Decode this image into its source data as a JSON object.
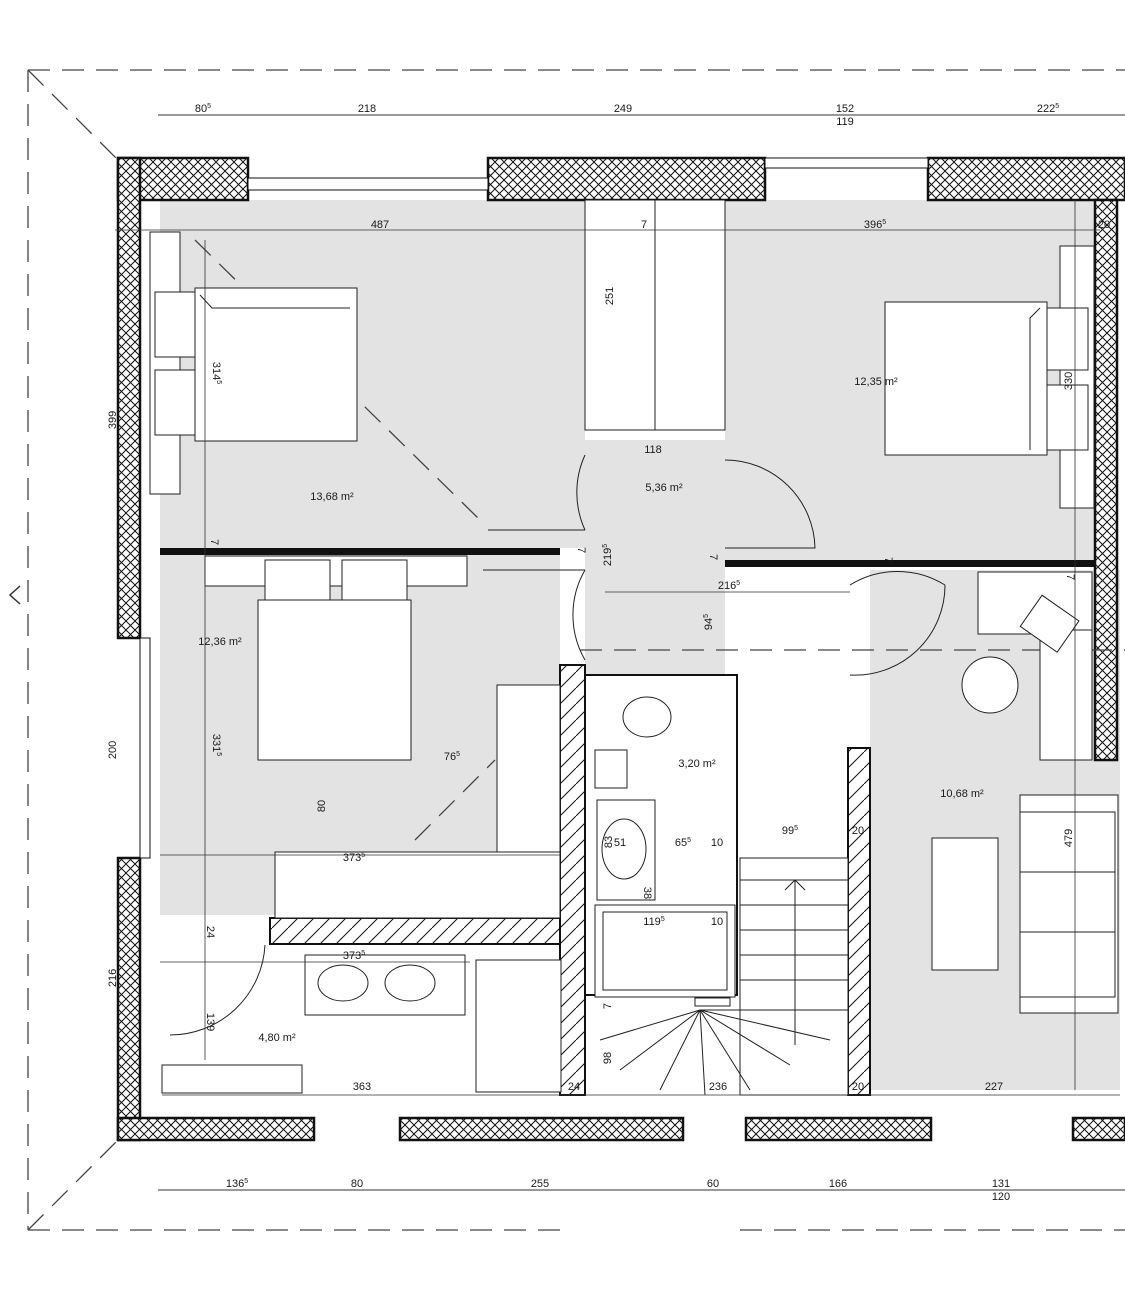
{
  "colors": {
    "room_fill": "#e3e3e3",
    "wall_hatch": "#111111",
    "background": "#ffffff"
  },
  "nav": {
    "left_arrow_icon": "chevron-left-icon"
  },
  "rooms": [
    {
      "id": "bedroom-1",
      "area": "13,68 m²"
    },
    {
      "id": "hall",
      "area": "5,36 m²"
    },
    {
      "id": "bedroom-2",
      "area": "12,35 m²"
    },
    {
      "id": "bedroom-3",
      "area": "12,36 m²"
    },
    {
      "id": "wc",
      "area": "3,20 m²"
    },
    {
      "id": "office",
      "area": "10,68 m²"
    },
    {
      "id": "bathroom",
      "area": "4,80 m²"
    }
  ],
  "dims_top": [
    {
      "base": "80",
      "sup": "5"
    },
    {
      "base": "218",
      "sup": ""
    },
    {
      "base": "249",
      "sup": ""
    },
    {
      "base": "152",
      "sup": ""
    },
    {
      "base": "119",
      "sup": ""
    },
    {
      "base": "222",
      "sup": "5"
    }
  ],
  "dims_bottom": [
    {
      "base": "136",
      "sup": "5"
    },
    {
      "base": "80",
      "sup": ""
    },
    {
      "base": "255",
      "sup": ""
    },
    {
      "base": "60",
      "sup": ""
    },
    {
      "base": "166",
      "sup": ""
    },
    {
      "base": "131",
      "sup": ""
    },
    {
      "base": "120",
      "sup": ""
    }
  ],
  "dims_left": [
    {
      "base": "399",
      "sup": ""
    },
    {
      "base": "200",
      "sup": ""
    },
    {
      "base": "216",
      "sup": ""
    }
  ],
  "dims_inner": [
    {
      "base": "487",
      "sup": ""
    },
    {
      "base": "7",
      "sup": ""
    },
    {
      "base": "396",
      "sup": "5"
    },
    {
      "base": "20",
      "sup": ""
    },
    {
      "base": "251",
      "sup": ""
    },
    {
      "base": "314",
      "sup": "5"
    },
    {
      "base": "330",
      "sup": ""
    },
    {
      "base": "118",
      "sup": ""
    },
    {
      "base": "219",
      "sup": "5"
    },
    {
      "base": "7",
      "sup": ""
    },
    {
      "base": "7",
      "sup": ""
    },
    {
      "base": "7",
      "sup": ""
    },
    {
      "base": "216",
      "sup": "5"
    },
    {
      "base": "7",
      "sup": ""
    },
    {
      "base": "94",
      "sup": "5"
    },
    {
      "base": "7",
      "sup": ""
    },
    {
      "base": "331",
      "sup": "5"
    },
    {
      "base": "76",
      "sup": "5"
    },
    {
      "base": "80",
      "sup": ""
    },
    {
      "base": "373",
      "sup": "5"
    },
    {
      "base": "83",
      "sup": ""
    },
    {
      "base": "51",
      "sup": ""
    },
    {
      "base": "65",
      "sup": "5"
    },
    {
      "base": "10",
      "sup": ""
    },
    {
      "base": "99",
      "sup": "5"
    },
    {
      "base": "20",
      "sup": ""
    },
    {
      "base": "479",
      "sup": ""
    },
    {
      "base": "38",
      "sup": ""
    },
    {
      "base": "119",
      "sup": "5"
    },
    {
      "base": "10",
      "sup": ""
    },
    {
      "base": "24",
      "sup": ""
    },
    {
      "base": "373",
      "sup": "5"
    },
    {
      "base": "139",
      "sup": ""
    },
    {
      "base": "7",
      "sup": ""
    },
    {
      "base": "98",
      "sup": ""
    },
    {
      "base": "363",
      "sup": ""
    },
    {
      "base": "24",
      "sup": ""
    },
    {
      "base": "236",
      "sup": ""
    },
    {
      "base": "20",
      "sup": ""
    },
    {
      "base": "227",
      "sup": ""
    }
  ]
}
